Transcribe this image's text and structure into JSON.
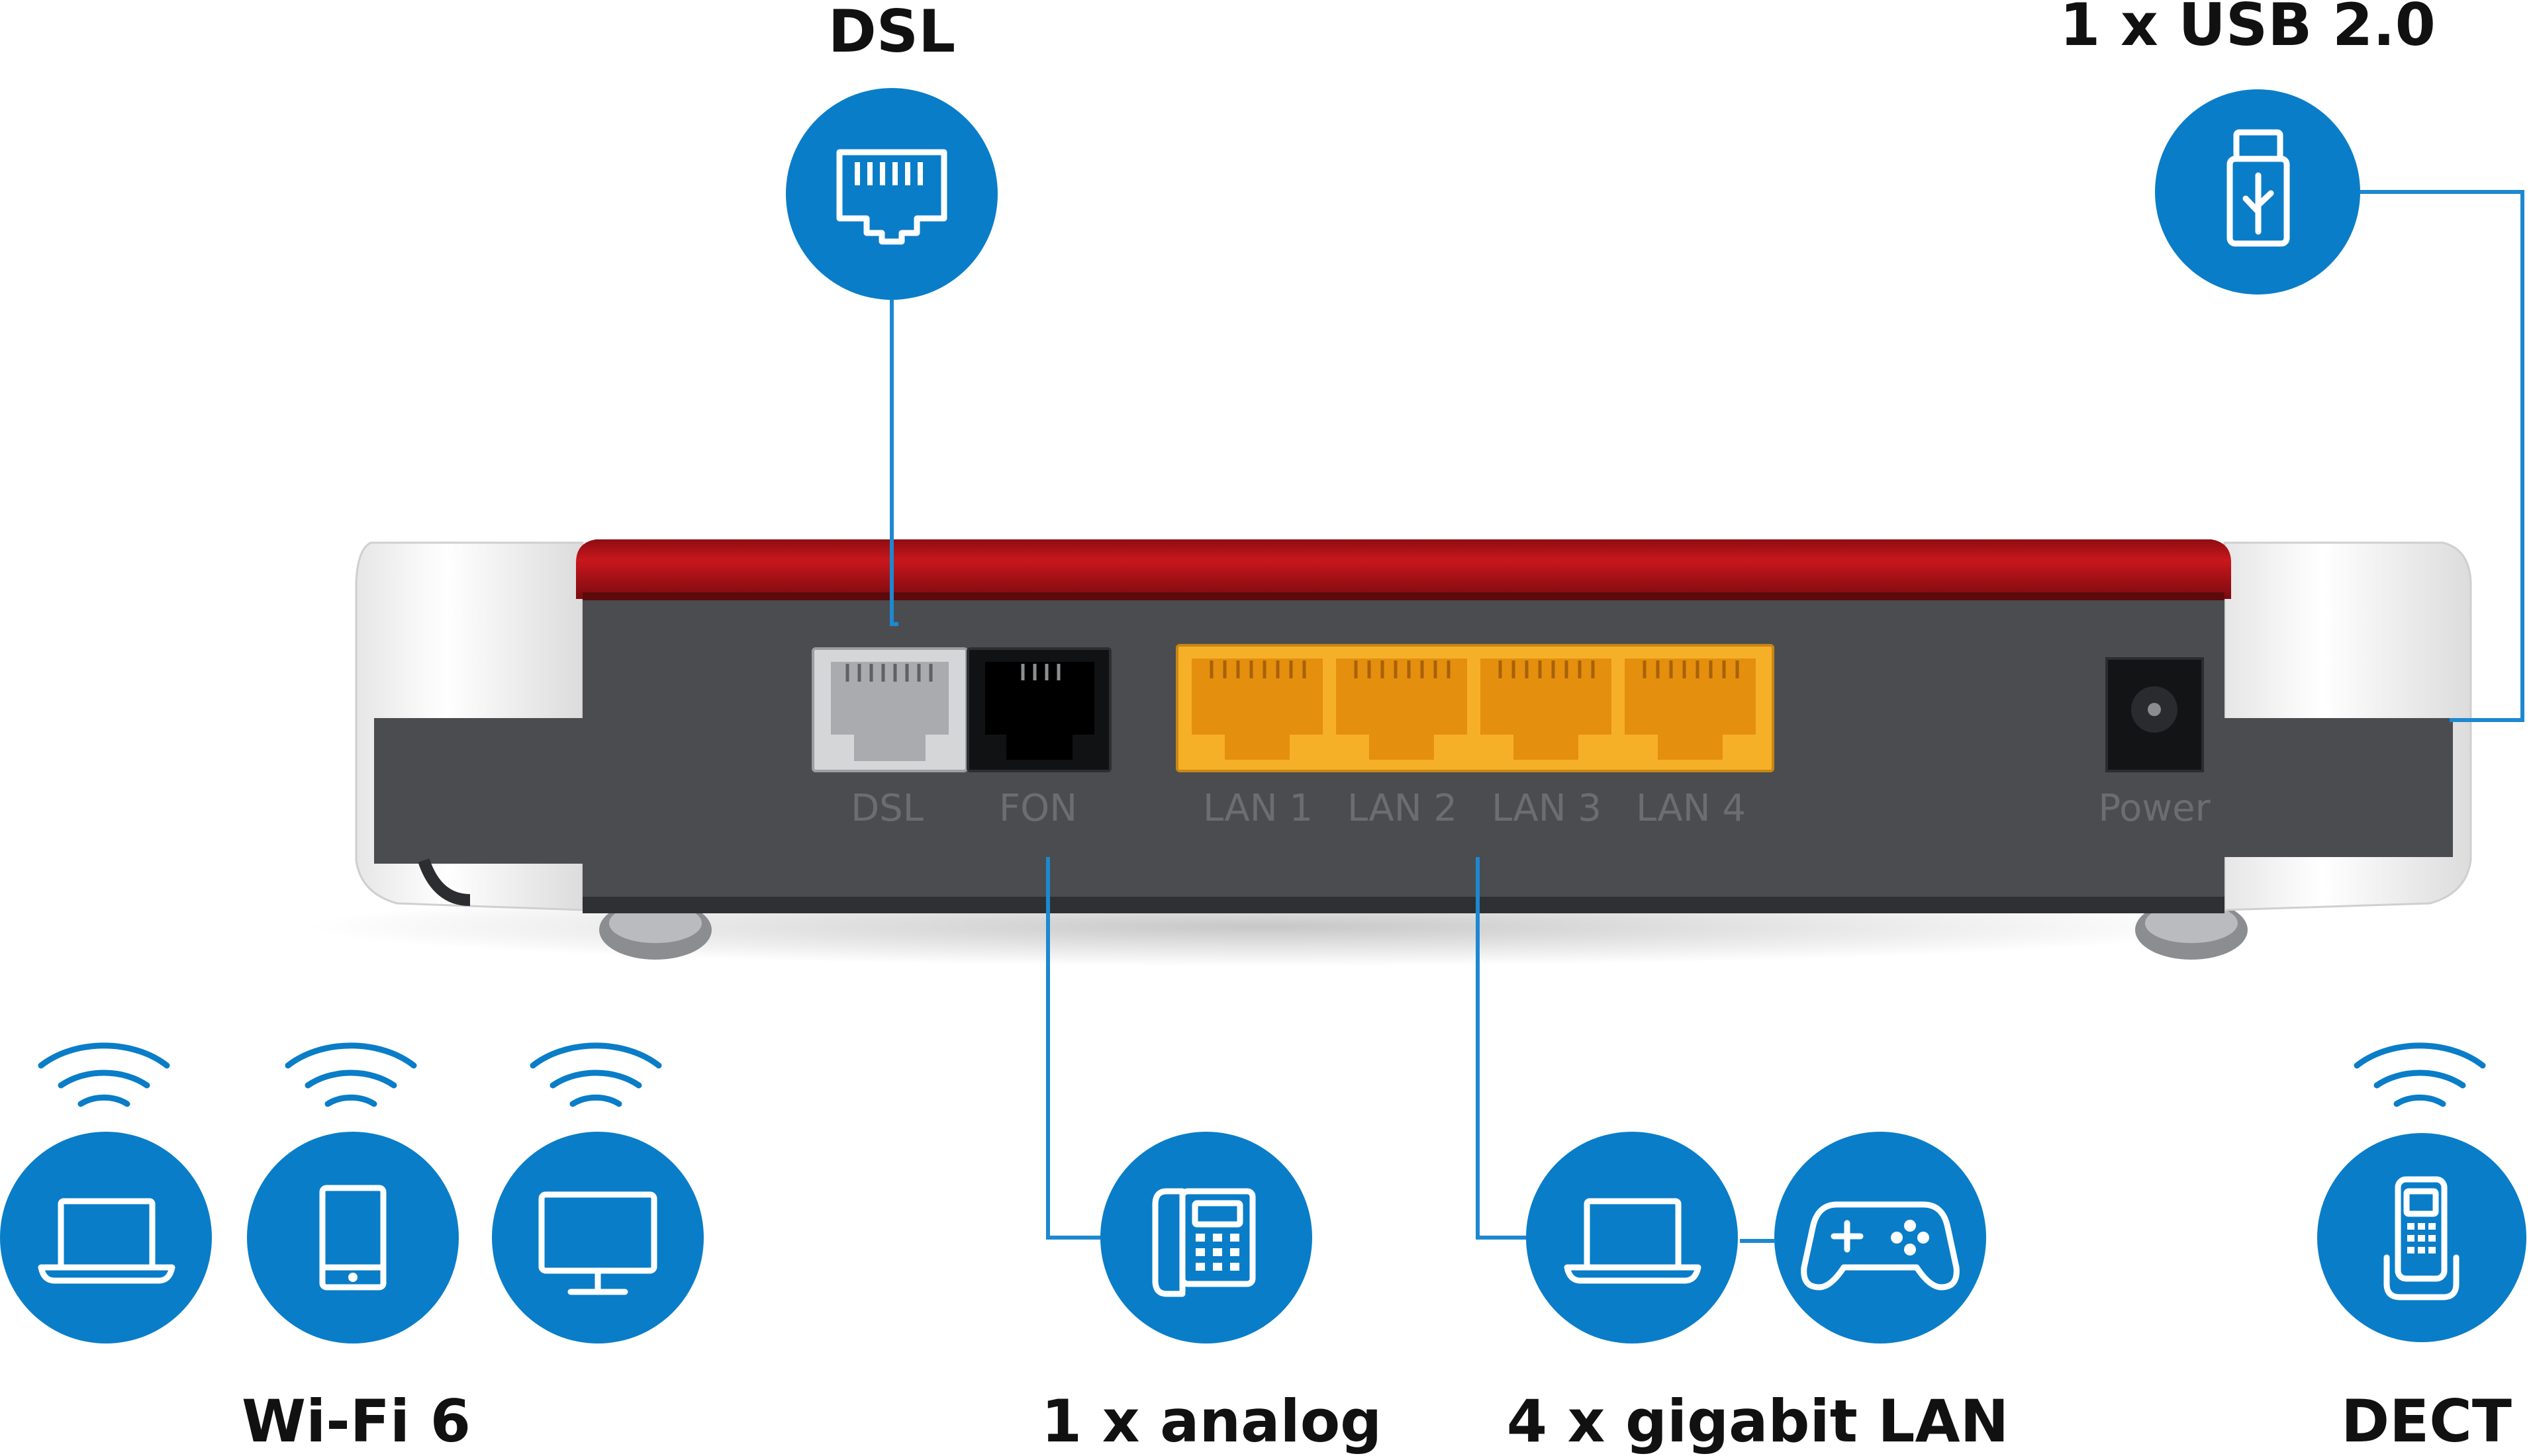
{
  "colors": {
    "accent_blue": "#0a7dc8",
    "router_red": "#b31217",
    "router_body": "#4b4c50",
    "lan_yellow": "#f6b028"
  },
  "callouts": {
    "dsl": {
      "label": "DSL",
      "icon": "ethernet-port-icon"
    },
    "usb": {
      "label": "1 x USB 2.0",
      "icon": "usb-stick-icon"
    },
    "wifi": {
      "label": "Wi-Fi 6",
      "icons": [
        "laptop-icon",
        "tablet-icon",
        "monitor-icon"
      ]
    },
    "analog": {
      "label": "1 x analog",
      "icon": "desk-phone-icon"
    },
    "lan": {
      "label": "4 x gigabit LAN",
      "icons": [
        "laptop-icon",
        "gamepad-icon"
      ]
    },
    "dect": {
      "label": "DECT",
      "icon": "cordless-phone-icon"
    }
  },
  "ports": {
    "dsl": "DSL",
    "fon": "FON",
    "lan1": "LAN 1",
    "lan2": "LAN 2",
    "lan3": "LAN 3",
    "lan4": "LAN 4",
    "power": "Power"
  }
}
